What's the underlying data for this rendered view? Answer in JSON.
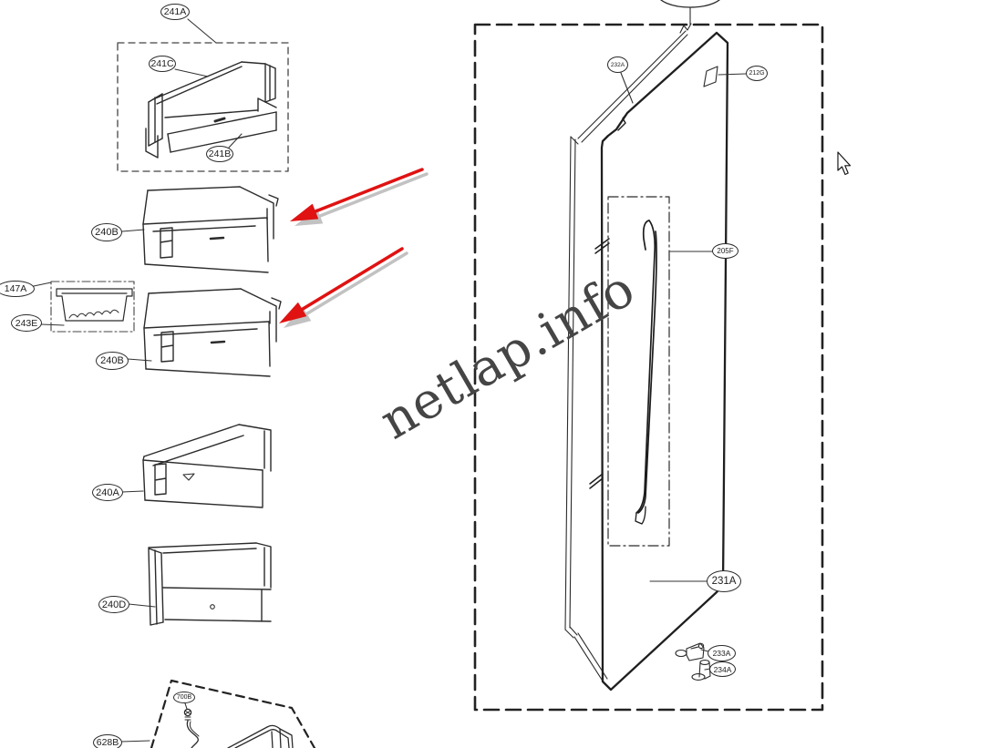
{
  "watermark": {
    "text": "netlap.info"
  },
  "labels": {
    "part_241A": "241A",
    "part_241C": "241C",
    "part_241B": "241B",
    "part_240B": "240B",
    "part_147A": "147A",
    "part_243E": "243E",
    "part_240A": "240A",
    "part_240D": "240D",
    "part_700B": "700B",
    "part_628B": "628B",
    "part_232A": "232A",
    "part_212G": "212G",
    "part_205F": "205F",
    "part_231A": "231A",
    "part_233A": "233A",
    "part_234A": "234A"
  },
  "colors": {
    "line": "#2b2b2b",
    "dashed_boundary": "#222222",
    "arrow_red": "#e01212",
    "arrow_shadow": "#c2c2c2",
    "watermark_gray": "#454545"
  }
}
